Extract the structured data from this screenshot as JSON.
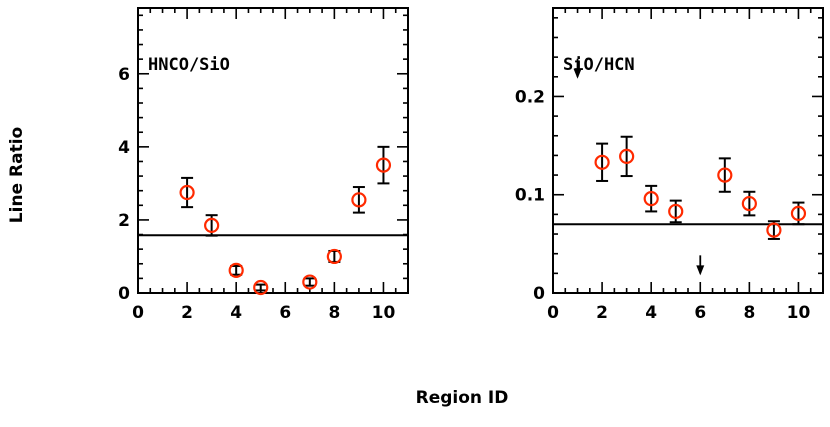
{
  "chart_data": [
    {
      "type": "scatter",
      "title": "HNCO/SiO",
      "xlim": [
        0,
        11
      ],
      "ylim": [
        0,
        7.8
      ],
      "xticks": [
        0,
        2,
        4,
        6,
        8,
        10
      ],
      "yticks": [
        0,
        2,
        4,
        6
      ],
      "yticklabels": [
        "0",
        "2",
        "4",
        "6"
      ],
      "hline": 1.58,
      "marker_color": "#ff2a00",
      "x": [
        2,
        3,
        4,
        5,
        7,
        8,
        9,
        10
      ],
      "y": [
        2.75,
        1.85,
        0.62,
        0.15,
        0.3,
        1.0,
        2.55,
        3.5
      ],
      "yerr": [
        0.4,
        0.28,
        0.12,
        0.08,
        0.1,
        0.15,
        0.35,
        0.5
      ],
      "annotations": []
    },
    {
      "type": "scatter",
      "title": "SiO/HCN",
      "xlim": [
        0,
        11
      ],
      "ylim": [
        0,
        0.29
      ],
      "xticks": [
        0,
        2,
        4,
        6,
        8,
        10
      ],
      "yticks": [
        0,
        0.1,
        0.2
      ],
      "yticklabels": [
        "0",
        "0.1",
        "0.2"
      ],
      "hline": 0.07,
      "marker_color": "#ff2a00",
      "x": [
        2,
        3,
        4,
        5,
        7,
        8,
        9,
        10
      ],
      "y": [
        0.133,
        0.139,
        0.096,
        0.083,
        0.12,
        0.091,
        0.064,
        0.081
      ],
      "yerr": [
        0.019,
        0.02,
        0.013,
        0.011,
        0.017,
        0.012,
        0.009,
        0.011
      ],
      "annotations": [
        {
          "type": "upper-limit-arrow",
          "x": 1,
          "y": 0.22
        },
        {
          "type": "upper-limit-arrow",
          "x": 6,
          "y": 0.02
        }
      ]
    }
  ],
  "xlabel": "Region ID",
  "ylabel": "Line Ratio"
}
